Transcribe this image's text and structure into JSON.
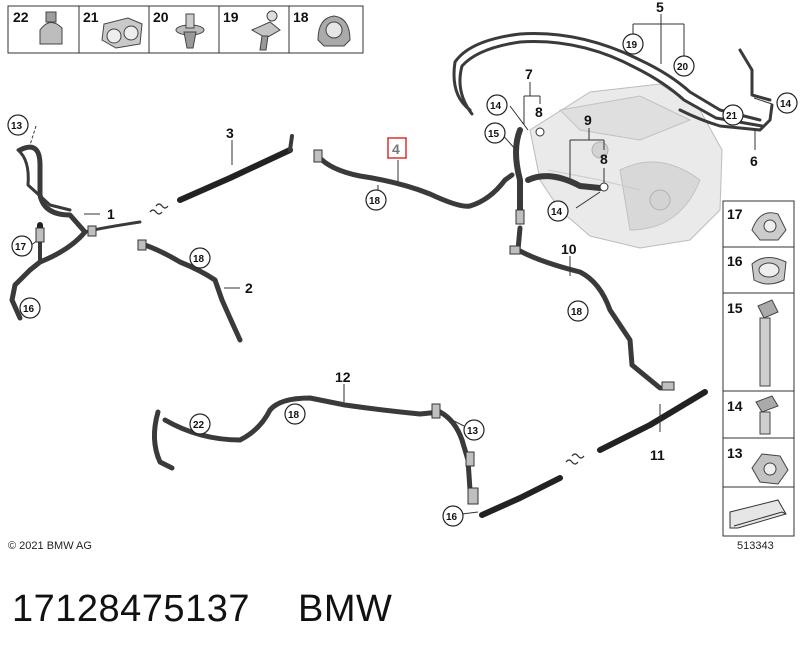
{
  "top_parts_row": [
    {
      "number": "22",
      "icon": "clamp-icon"
    },
    {
      "number": "21",
      "icon": "double-clip-icon"
    },
    {
      "number": "20",
      "icon": "push-rivet-icon"
    },
    {
      "number": "19",
      "icon": "hose-clip-icon"
    },
    {
      "number": "18",
      "icon": "bracket-clip-icon"
    }
  ],
  "side_parts_column": [
    {
      "number": "17",
      "icon": "hose-bracket-icon"
    },
    {
      "number": "16",
      "icon": "spring-clip-icon"
    },
    {
      "number": "15",
      "icon": "long-bolt-icon"
    },
    {
      "number": "14",
      "icon": "short-bolt-icon"
    },
    {
      "number": "13",
      "icon": "hex-nut-icon"
    }
  ],
  "callouts": {
    "c1": "1",
    "c2": "2",
    "c3": "3",
    "c4": "4",
    "c5": "5",
    "c6": "6",
    "c7": "7",
    "c8a": "8",
    "c8b": "8",
    "c9": "9",
    "c10": "10",
    "c11": "11",
    "c12": "12"
  },
  "circled": {
    "k13a": "13",
    "k13b": "13",
    "k14a": "14",
    "k14b": "14",
    "k14c": "14",
    "k15": "15",
    "k16a": "16",
    "k16b": "16",
    "k17": "17",
    "k18a": "18",
    "k18b": "18",
    "k18c": "18",
    "k18d": "18",
    "k19": "19",
    "k20": "20",
    "k21": "21",
    "k22": "22"
  },
  "highlight_color": "#e0312b",
  "copyright": "© 2021 BMW AG",
  "diagram_number": "513343",
  "part_number": "17128475137",
  "brand": "BMW"
}
